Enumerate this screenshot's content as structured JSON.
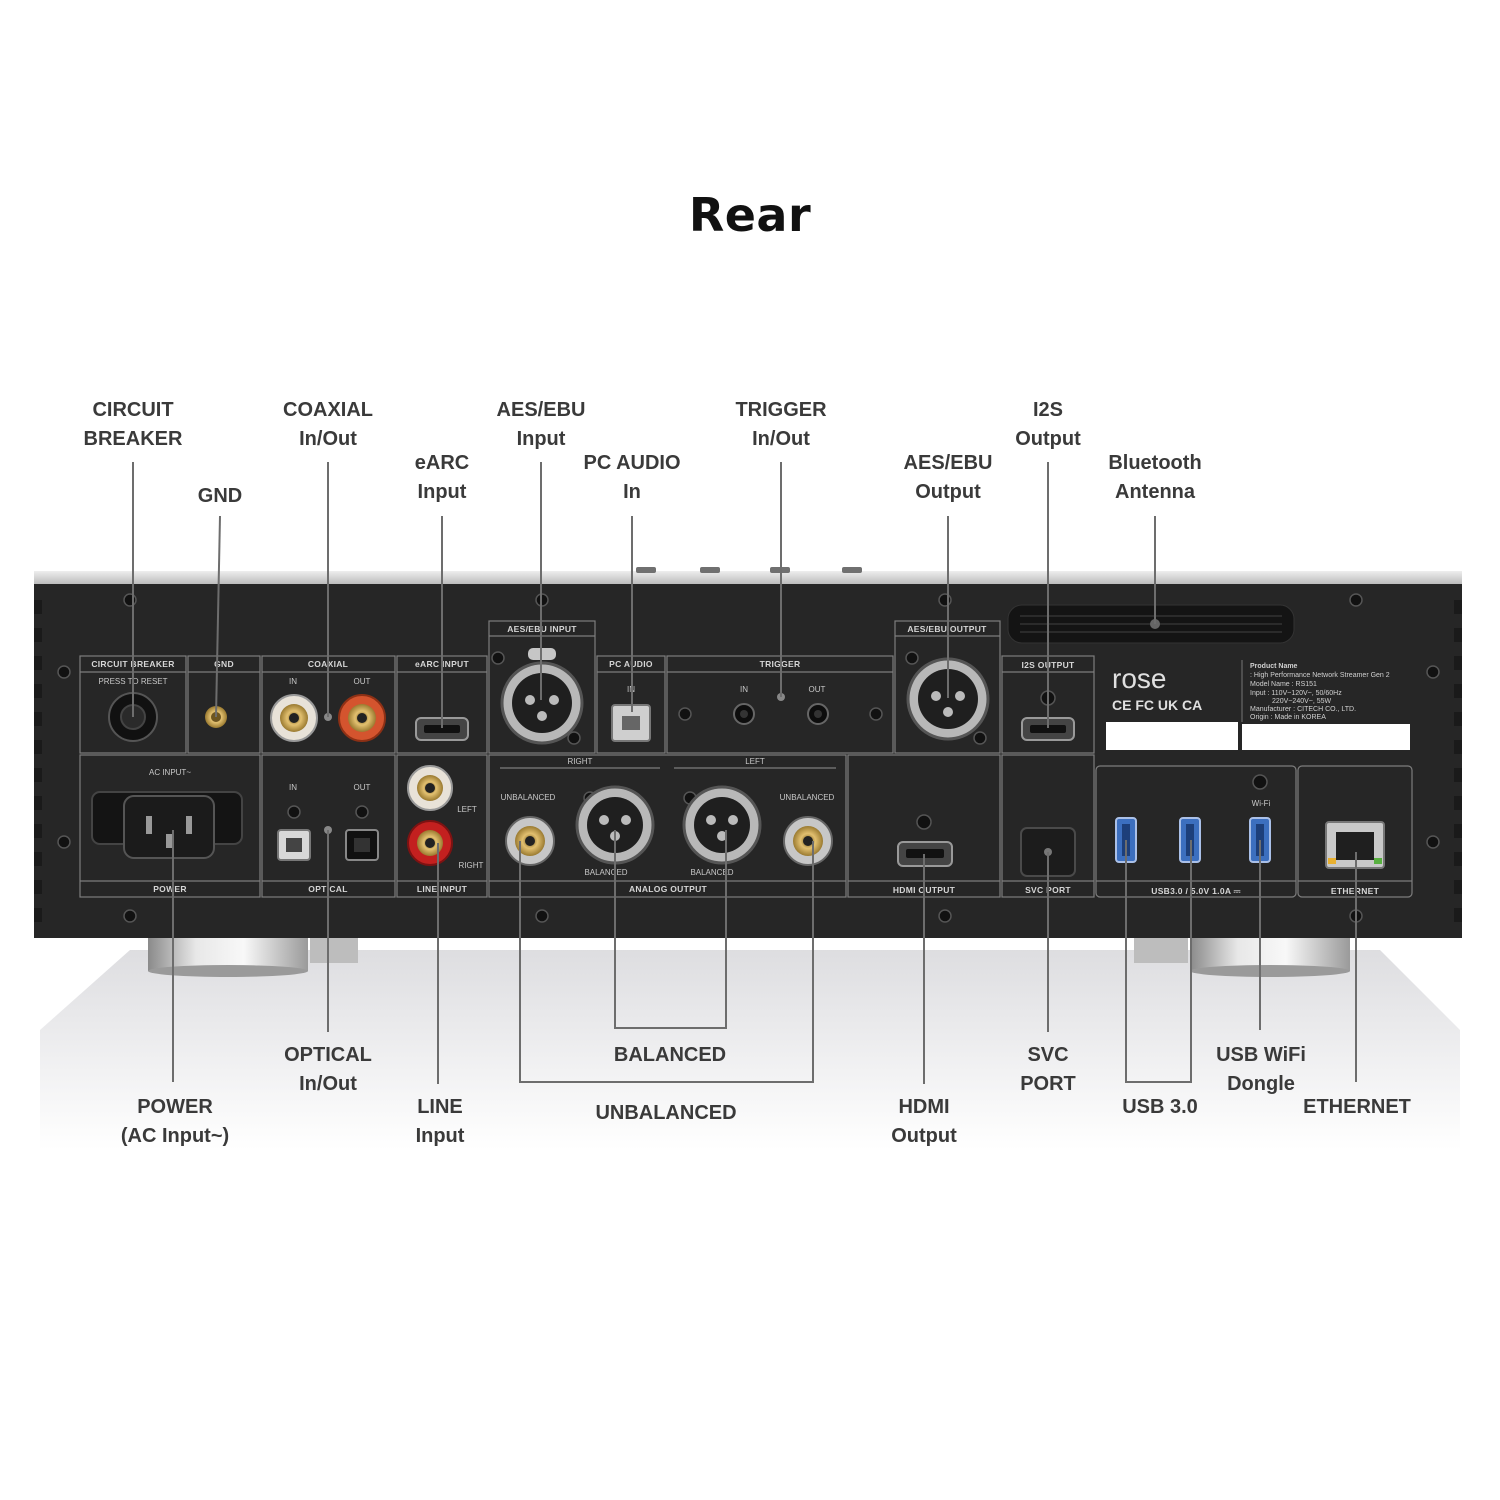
{
  "page": {
    "title": "Rear"
  },
  "colors": {
    "panel": "#262626",
    "label_text": "#3a3a3a",
    "leader_line": "#6d6d6d",
    "aluminum": "#d4d4d4"
  },
  "top_callouts": [
    {
      "id": "circuit-breaker",
      "lines": [
        "CIRCUIT",
        "BREAKER"
      ]
    },
    {
      "id": "gnd",
      "lines": [
        "GND"
      ]
    },
    {
      "id": "coaxial",
      "lines": [
        "COAXIAL",
        "In/Out"
      ]
    },
    {
      "id": "earc",
      "lines": [
        "eARC",
        "Input"
      ]
    },
    {
      "id": "aes-ebu-input",
      "lines": [
        "AES/EBU",
        "Input"
      ]
    },
    {
      "id": "pc-audio",
      "lines": [
        "PC AUDIO",
        "In"
      ]
    },
    {
      "id": "trigger",
      "lines": [
        "TRIGGER",
        "In/Out"
      ]
    },
    {
      "id": "aes-ebu-output",
      "lines": [
        "AES/EBU",
        "Output"
      ]
    },
    {
      "id": "i2s",
      "lines": [
        "I2S",
        "Output"
      ]
    },
    {
      "id": "bluetooth",
      "lines": [
        "Bluetooth",
        "Antenna"
      ]
    }
  ],
  "bottom_callouts": [
    {
      "id": "power",
      "lines": [
        "POWER",
        "(AC Input~)"
      ]
    },
    {
      "id": "optical",
      "lines": [
        "OPTICAL",
        "In/Out"
      ]
    },
    {
      "id": "line",
      "lines": [
        "LINE",
        "Input"
      ]
    },
    {
      "id": "balanced",
      "lines": [
        "BALANCED"
      ]
    },
    {
      "id": "unbalanced",
      "lines": [
        "UNBALANCED"
      ]
    },
    {
      "id": "hdmi",
      "lines": [
        "HDMI",
        "Output"
      ]
    },
    {
      "id": "svc",
      "lines": [
        "SVC",
        "PORT"
      ]
    },
    {
      "id": "usb",
      "lines": [
        "USB 3.0"
      ]
    },
    {
      "id": "usb-wifi",
      "lines": [
        "USB WiFi",
        "Dongle"
      ]
    },
    {
      "id": "ethernet",
      "lines": [
        "ETHERNET"
      ]
    }
  ],
  "panel_labels": {
    "circuit_breaker": "CIRCUIT BREAKER",
    "press_to_reset": "PRESS TO RESET",
    "gnd": "GND",
    "coaxial": "COAXIAL",
    "in": "IN",
    "out": "OUT",
    "earc_input": "eARC INPUT",
    "aes_ebu_input": "AES/EBU INPUT",
    "pc_audio": "PC AUDIO",
    "trigger": "TRIGGER",
    "aes_ebu_output": "AES/EBU OUTPUT",
    "i2s_output": "I2S OUTPUT",
    "ac_input": "AC INPUT~",
    "power": "POWER",
    "optical": "OPTICAL",
    "left": "LEFT",
    "right": "RIGHT",
    "line_input": "LINE INPUT",
    "unbalanced": "UNBALANCED",
    "balanced": "BALANCED",
    "analog_output": "ANALOG OUTPUT",
    "hdmi_output": "HDMI OUTPUT",
    "svc_port": "SVC PORT",
    "usb_spec": "USB3.0  /  5.0V 1.0A ⎓",
    "wifi": "Wi-Fi",
    "ethernet": "ETHERNET",
    "brand": "rose",
    "cert_marks": "CE FC UK CA"
  },
  "product_info": [
    "Product Name",
    ": High Performance Network Streamer Gen 2",
    "Model Name : RS151",
    "Input : 110V~120V~, 50/60Hz",
    "220V~240V~, 55W",
    "Manufacturer : CITECH CO., LTD.",
    "Origin : Made in KOREA"
  ]
}
